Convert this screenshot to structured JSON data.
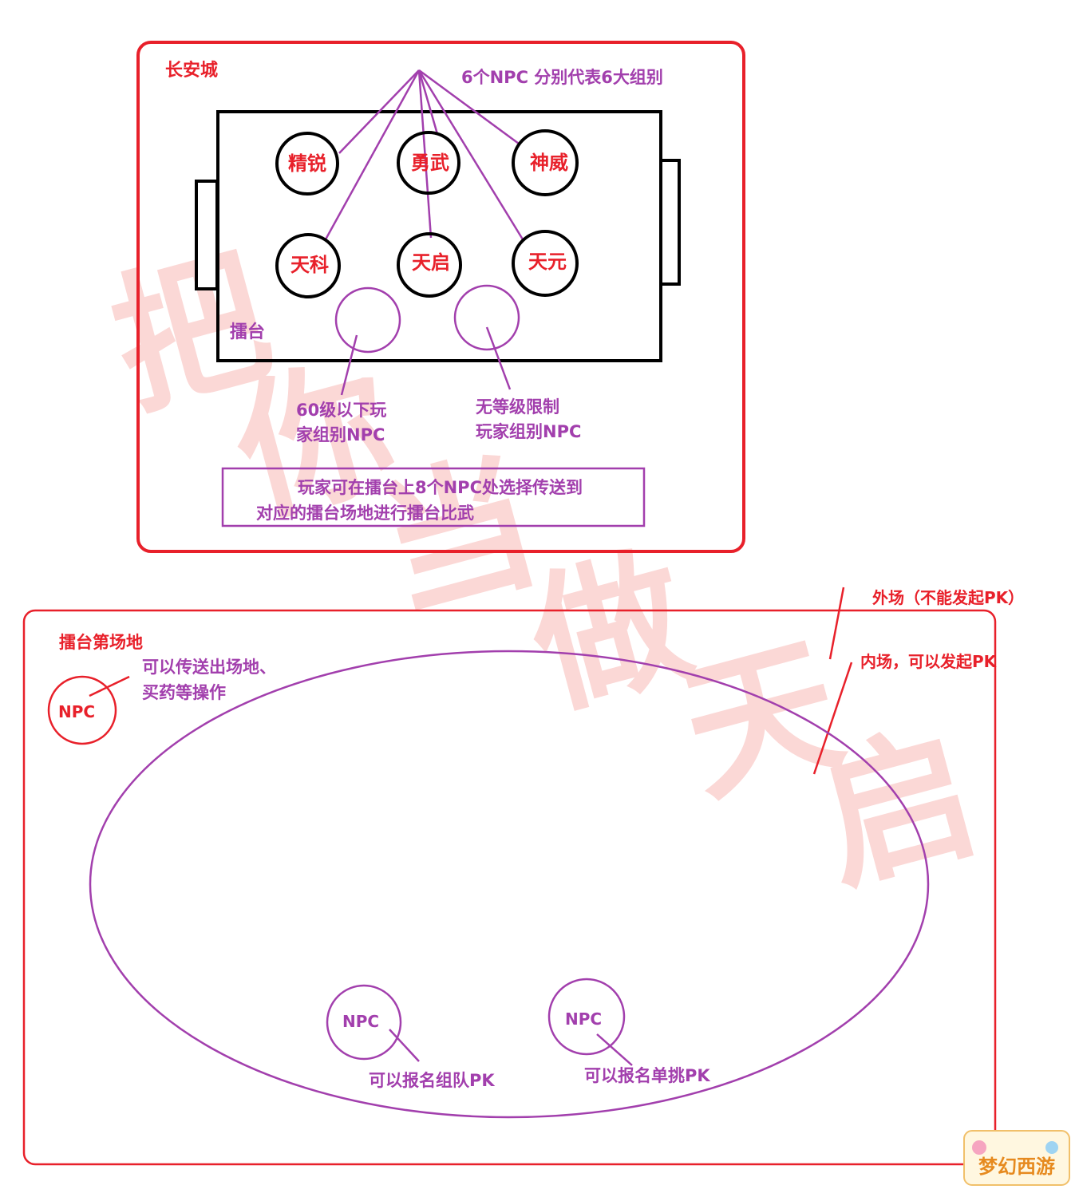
{
  "city": {
    "title": "长安城",
    "npc_note": "6个NPC 分别代表6大组别",
    "arena_label": "擂台",
    "npcs": [
      "精锐",
      "勇武",
      "神威",
      "天科",
      "天启",
      "天元"
    ],
    "npc_low_level": [
      "60级以下玩",
      "家组别NPC"
    ],
    "npc_no_limit": [
      "无等级限制",
      "玩家组别NPC"
    ],
    "info_box": [
      "玩家可在擂台上8个NPC处选择传送到",
      "对应的擂台场地进行擂台比武"
    ]
  },
  "arena": {
    "title": "擂台第场地",
    "outer_label": "外场（不能发起PK）",
    "inner_label": "内场，可以发起PK",
    "npc_text": "NPC",
    "npc_desc": [
      "可以传送出场地、",
      "买药等操作"
    ],
    "team_npc_text": "NPC",
    "team_note": "可以报名组队PK",
    "solo_npc_text": "NPC",
    "solo_note": "可以报名单挑PK"
  },
  "watermark": {
    "glyphs": [
      "把",
      "你",
      "当",
      "做",
      "天",
      "启"
    ]
  },
  "logo": {
    "text": "梦幻西游"
  },
  "colors": {
    "red": "#e8202a",
    "purple": "#a23fad",
    "black": "#000000",
    "watermark": "#fbd8d6"
  }
}
